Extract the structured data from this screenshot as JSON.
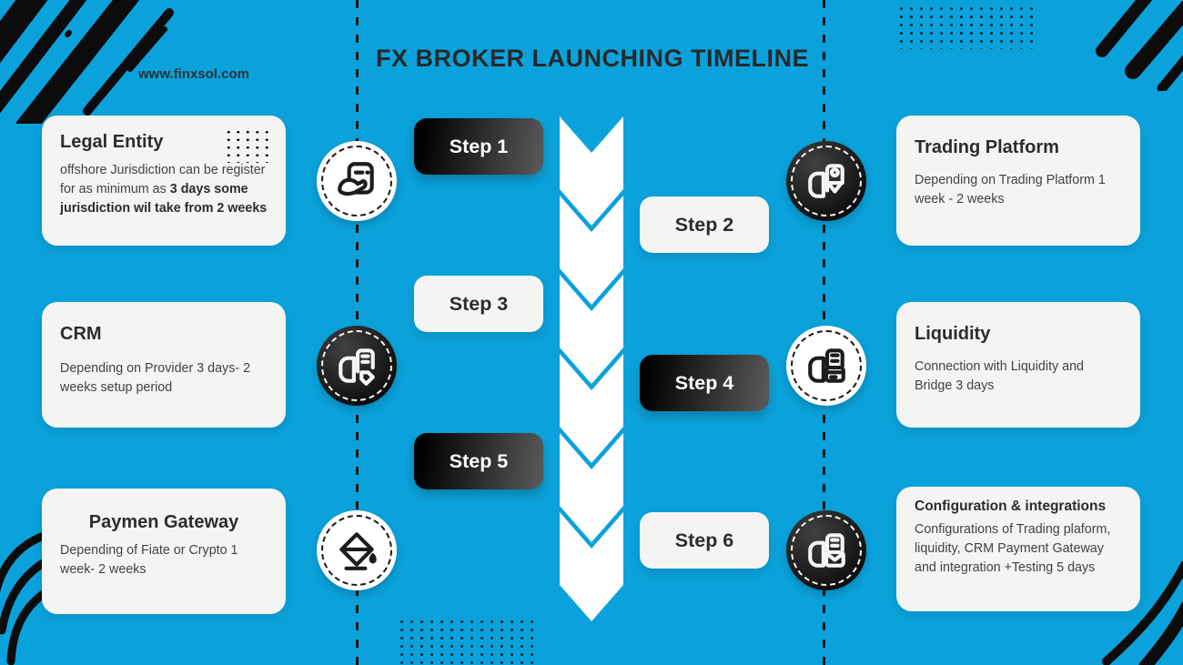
{
  "header": {
    "title": "FX BROKER LAUNCHING TIMELINE",
    "website": "www.finxsol.com"
  },
  "colors": {
    "background": "#0ba2db",
    "card_background": "#f4f4f2",
    "dark_fill": "#121212",
    "title_text": "#27292b",
    "body_text": "#3f4347",
    "white": "#ffffff"
  },
  "steps": [
    {
      "label": "Step 1",
      "variant": "dark"
    },
    {
      "label": "Step 2",
      "variant": "light"
    },
    {
      "label": "Step 3",
      "variant": "light"
    },
    {
      "label": "Step 4",
      "variant": "dark"
    },
    {
      "label": "Step 5",
      "variant": "dark"
    },
    {
      "label": "Step 6",
      "variant": "light"
    }
  ],
  "left_cards": [
    {
      "title": "Legal Entity",
      "body_prefix": "offshore Jurisdiction can be register for as minimum as ",
      "body_bold_1": "3 days",
      "body_bold_2": "some jurisdiction wil take from 2 weeks",
      "icon": "hand-document-icon"
    },
    {
      "title": "CRM",
      "body": "Depending on Provider 3 days- 2 weeks setup period",
      "icon": "document-tag-icon"
    },
    {
      "title": "Paymen Gateway",
      "body": "Depending of Fiate or Crypto 1 week- 2 weeks",
      "icon": "payment-pour-icon"
    }
  ],
  "right_cards": [
    {
      "title": "Trading Platform",
      "body": "Depending on Trading Platform 1 week - 2 weeks",
      "icon": "document-user-icon"
    },
    {
      "title": "Liquidity",
      "body": "Connection with Liquidity and Bridge 3 days",
      "icon": "document-card-icon"
    },
    {
      "title": "Configuration & integrations",
      "body": "Configurations of Trading plaform, liquidity, CRM Payment Gateway and integration +Testing 5 days",
      "icon": "document-mail-icon"
    }
  ]
}
